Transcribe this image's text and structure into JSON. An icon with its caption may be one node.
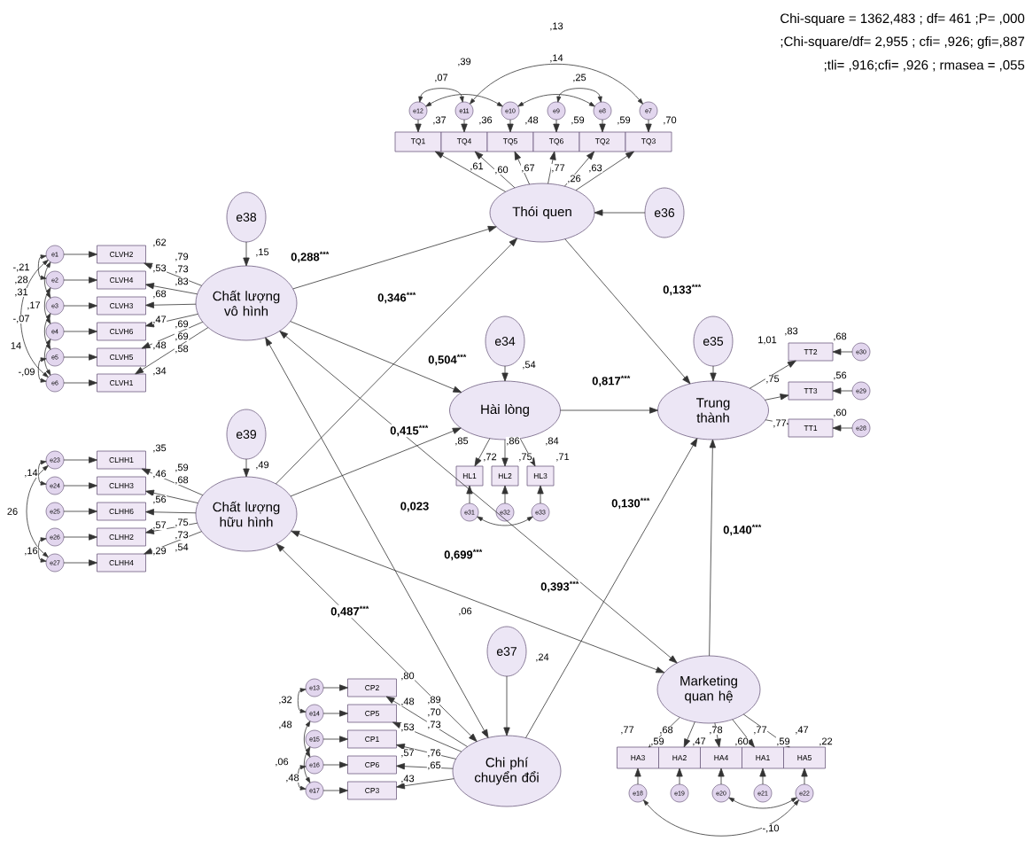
{
  "diagram": {
    "nodes": [
      {
        "text": [
          "Thói quen"
        ]
      },
      {
        "text": [
          "Chất lượng vô hình"
        ]
      },
      {
        "text": [
          "Hài lòng"
        ]
      },
      {
        "text": [
          "Trung thành"
        ]
      },
      {
        "text": [
          "Chất lượng hữu hình"
        ]
      },
      {
        "text": [
          "Chi phí chuyển đổi"
        ]
      },
      {
        "text": [
          "Marketing quan hệ"
        ]
      },
      {
        "text": [
          "e38"
        ]
      },
      {
        "text": [
          "e36"
        ]
      },
      {
        "text": [
          "e34"
        ]
      },
      {
        "text": [
          "e35"
        ]
      },
      {
        "text": [
          "e39"
        ]
      },
      {
        "text": [
          "e37"
        ]
      },
      {
        "text": [
          "TQ1"
        ]
      },
      {
        "text": [
          "TQ4"
        ]
      },
      {
        "text": [
          "TQ5"
        ]
      },
      {
        "text": [
          "TQ6"
        ]
      },
      {
        "text": [
          "TQ2"
        ]
      },
      {
        "text": [
          "TQ3"
        ]
      },
      {
        "text": [
          "e12"
        ]
      },
      {
        "text": [
          "e11"
        ]
      },
      {
        "text": [
          "e10"
        ]
      },
      {
        "text": [
          "e9"
        ]
      },
      {
        "text": [
          "e8"
        ]
      },
      {
        "text": [
          "e7"
        ]
      },
      {
        "text": [
          "CLVH2"
        ]
      },
      {
        "text": [
          "CLVH4"
        ]
      },
      {
        "text": [
          "CLVH3"
        ]
      },
      {
        "text": [
          "CLVH6"
        ]
      },
      {
        "text": [
          "CLVH5"
        ]
      },
      {
        "text": [
          "CLVH1"
        ]
      },
      {
        "text": [
          "e1"
        ]
      },
      {
        "text": [
          "e2"
        ]
      },
      {
        "text": [
          "e3"
        ]
      },
      {
        "text": [
          "e4"
        ]
      },
      {
        "text": [
          "e5"
        ]
      },
      {
        "text": [
          "e6"
        ]
      },
      {
        "text": [
          "CLHH1"
        ]
      },
      {
        "text": [
          "CLHH3"
        ]
      },
      {
        "text": [
          "CLHH6"
        ]
      },
      {
        "text": [
          "CLHH2"
        ]
      },
      {
        "text": [
          "CLHH4"
        ]
      },
      {
        "text": [
          "e23"
        ]
      },
      {
        "text": [
          "e24"
        ]
      },
      {
        "text": [
          "e25"
        ]
      },
      {
        "text": [
          "e26"
        ]
      },
      {
        "text": [
          "e27"
        ]
      },
      {
        "text": [
          "HL1"
        ]
      },
      {
        "text": [
          "HL2"
        ]
      },
      {
        "text": [
          "HL3"
        ]
      },
      {
        "text": [
          "e31"
        ]
      },
      {
        "text": [
          "e32"
        ]
      },
      {
        "text": [
          "e33"
        ]
      },
      {
        "text": [
          "TT2"
        ]
      },
      {
        "text": [
          "TT3"
        ]
      },
      {
        "text": [
          "TT1"
        ]
      },
      {
        "text": [
          "e30"
        ]
      },
      {
        "text": [
          "e29"
        ]
      },
      {
        "text": [
          "e28"
        ]
      },
      {
        "text": [
          "CP2"
        ]
      },
      {
        "text": [
          "CP5"
        ]
      },
      {
        "text": [
          "CP1"
        ]
      },
      {
        "text": [
          "CP6"
        ]
      },
      {
        "text": [
          "CP3"
        ]
      },
      {
        "text": [
          "e13"
        ]
      },
      {
        "text": [
          "e14"
        ]
      },
      {
        "text": [
          "e15"
        ]
      },
      {
        "text": [
          "e16"
        ]
      },
      {
        "text": [
          "e17"
        ]
      },
      {
        "text": [
          "HA3"
        ]
      },
      {
        "text": [
          "HA2"
        ]
      },
      {
        "text": [
          "HA4"
        ]
      },
      {
        "text": [
          "HA1"
        ]
      },
      {
        "text": [
          "HA5"
        ]
      },
      {
        "text": [
          "e18"
        ]
      },
      {
        "text": [
          "e19"
        ]
      },
      {
        "text": [
          "e20"
        ]
      },
      {
        "text": [
          "e21"
        ]
      },
      {
        "text": [
          "e22"
        ]
      }
    ],
    "edges": [
      {
        "from": 1,
        "to": 0,
        "arrow": "to",
        "label": "0,288$^{***}$"
      },
      {
        "from": 4,
        "to": 0,
        "arrow": "to",
        "label": "0,346$^{***}$"
      },
      {
        "from": 1,
        "to": 2,
        "arrow": "to",
        "label": "0,504$^{***}$"
      },
      {
        "from": 4,
        "to": 2,
        "arrow": "to",
        "label": "0,415$^{***}$"
      },
      {
        "from": 0,
        "to": 3,
        "arrow": "to",
        "label": "0,133$^{***}$"
      },
      {
        "from": 2,
        "to": 3,
        "arrow": "to",
        "label": "0,817$^{***}$"
      },
      {
        "from": 5,
        "to": 3,
        "arrow": "to",
        "label": "0,130$^{***}$"
      },
      {
        "from": 6,
        "to": 3,
        "arrow": "to",
        "label": "0,140$^{***}$"
      },
      {
        "from": 1,
        "to": 5,
        "arrow": "both",
        "label": "0,023"
      },
      {
        "from": 4,
        "to": 5,
        "arrow": "both",
        "label": "0,487$^{***}$"
      },
      {
        "from": 6,
        "to": 4,
        "arrow": "both",
        "label": "0,699$^{***}$"
      },
      {
        "from": 6,
        "to": 1,
        "arrow": "both",
        "label": "0,393$^{***}$"
      },
      {
        "from": 7,
        "to": 1,
        "arrow": "to"
      },
      {
        "from": 11,
        "to": 4,
        "arrow": "to"
      },
      {
        "from": 8,
        "to": 0,
        "arrow": "to"
      },
      {
        "from": 9,
        "to": 2,
        "arrow": "to"
      },
      {
        "from": 10,
        "to": 3,
        "arrow": "to"
      },
      {
        "from": 12,
        "to": 5,
        "arrow": "to"
      },
      {
        "from": 0,
        "to": 13,
        "arrow": "to"
      },
      {
        "from": 0,
        "to": 14,
        "arrow": "to"
      },
      {
        "from": 0,
        "to": 15,
        "arrow": "to"
      },
      {
        "from": 0,
        "to": 16,
        "arrow": "to"
      },
      {
        "from": 0,
        "to": 17,
        "arrow": "to"
      },
      {
        "from": 0,
        "to": 18,
        "arrow": "to"
      },
      {
        "from": 19,
        "to": 13,
        "arrow": "to"
      },
      {
        "from": 20,
        "to": 14,
        "arrow": "to"
      },
      {
        "from": 21,
        "to": 15,
        "arrow": "to"
      },
      {
        "from": 22,
        "to": 16,
        "arrow": "to"
      },
      {
        "from": 23,
        "to": 17,
        "arrow": "to"
      },
      {
        "from": 24,
        "to": 18,
        "arrow": "to"
      },
      {
        "from": 1,
        "to": 25,
        "arrow": "to"
      },
      {
        "from": 1,
        "to": 26,
        "arrow": "to"
      },
      {
        "from": 1,
        "to": 27,
        "arrow": "to"
      },
      {
        "from": 1,
        "to": 28,
        "arrow": "to"
      },
      {
        "from": 1,
        "to": 29,
        "arrow": "to"
      },
      {
        "from": 1,
        "to": 30,
        "arrow": "to"
      },
      {
        "from": 31,
        "to": 25,
        "arrow": "to"
      },
      {
        "from": 32,
        "to": 26,
        "arrow": "to"
      },
      {
        "from": 33,
        "to": 27,
        "arrow": "to"
      },
      {
        "from": 34,
        "to": 28,
        "arrow": "to"
      },
      {
        "from": 35,
        "to": 29,
        "arrow": "to"
      },
      {
        "from": 36,
        "to": 30,
        "arrow": "to"
      },
      {
        "from": 4,
        "to": 37,
        "arrow": "to"
      },
      {
        "from": 4,
        "to": 38,
        "arrow": "to"
      },
      {
        "from": 4,
        "to": 39,
        "arrow": "to"
      },
      {
        "from": 4,
        "to": 40,
        "arrow": "to"
      },
      {
        "from": 4,
        "to": 41,
        "arrow": "to"
      },
      {
        "from": 42,
        "to": 37,
        "arrow": "to"
      },
      {
        "from": 43,
        "to": 38,
        "arrow": "to"
      },
      {
        "from": 44,
        "to": 39,
        "arrow": "to"
      },
      {
        "from": 45,
        "to": 40,
        "arrow": "to"
      },
      {
        "from": 46,
        "to": 41,
        "arrow": "to"
      },
      {
        "from": 2,
        "to": 47,
        "arrow": "to"
      },
      {
        "from": 2,
        "to": 48,
        "arrow": "to"
      },
      {
        "from": 2,
        "to": 49,
        "arrow": "to"
      },
      {
        "from": 50,
        "to": 47,
        "arrow": "to"
      },
      {
        "from": 51,
        "to": 48,
        "arrow": "to"
      },
      {
        "from": 52,
        "to": 49,
        "arrow": "to"
      },
      {
        "from": 3,
        "to": 53,
        "arrow": "to"
      },
      {
        "from": 3,
        "to": 54,
        "arrow": "to"
      },
      {
        "from": 3,
        "to": 55,
        "arrow": "to"
      },
      {
        "from": 56,
        "to": 53,
        "arrow": "to"
      },
      {
        "from": 57,
        "to": 54,
        "arrow": "to"
      },
      {
        "from": 58,
        "to": 55,
        "arrow": "to"
      },
      {
        "from": 5,
        "to": 59,
        "arrow": "to"
      },
      {
        "from": 5,
        "to": 60,
        "arrow": "to"
      },
      {
        "from": 5,
        "to": 61,
        "arrow": "to"
      },
      {
        "from": 5,
        "to": 62,
        "arrow": "to"
      },
      {
        "from": 5,
        "to": 63,
        "arrow": "to"
      },
      {
        "from": 64,
        "to": 59,
        "arrow": "to"
      },
      {
        "from": 65,
        "to": 60,
        "arrow": "to"
      },
      {
        "from": 66,
        "to": 61,
        "arrow": "to"
      },
      {
        "from": 67,
        "to": 62,
        "arrow": "to"
      },
      {
        "from": 68,
        "to": 63,
        "arrow": "to"
      },
      {
        "from": 6,
        "to": 69,
        "arrow": "to"
      },
      {
        "from": 6,
        "to": 70,
        "arrow": "to"
      },
      {
        "from": 6,
        "to": 71,
        "arrow": "to"
      },
      {
        "from": 6,
        "to": 72,
        "arrow": "to"
      },
      {
        "from": 6,
        "to": 73,
        "arrow": "to"
      },
      {
        "from": 74,
        "to": 69,
        "arrow": "to"
      },
      {
        "from": 75,
        "to": 70,
        "arrow": "to"
      },
      {
        "from": 76,
        "to": 71,
        "arrow": "to"
      },
      {
        "from": 77,
        "to": 72,
        "arrow": "to"
      },
      {
        "from": 78,
        "to": 73,
        "arrow": "to"
      },
      {
        "from": 19,
        "to": 20,
        "arrow": "both"
      },
      {
        "from": 19,
        "to": 21,
        "arrow": "both"
      },
      {
        "from": 20,
        "to": 24,
        "arrow": "both"
      },
      {
        "from": 21,
        "to": 23,
        "arrow": "both"
      },
      {
        "from": 22,
        "to": 23,
        "arrow": "both"
      },
      {
        "from": 31,
        "to": 32,
        "arrow": "both"
      },
      {
        "from": 31,
        "to": 33,
        "arrow": "both"
      },
      {
        "from": 32,
        "to": 34,
        "arrow": "both"
      },
      {
        "from": 33,
        "to": 35,
        "arrow": "both"
      },
      {
        "from": 34,
        "to": 36,
        "arrow": "both"
      },
      {
        "from": 31,
        "to": 36,
        "arrow": "both"
      },
      {
        "from": 35,
        "to": 36,
        "arrow": "both"
      },
      {
        "from": 42,
        "to": 43,
        "arrow": "both"
      },
      {
        "from": 42,
        "to": 46,
        "arrow": "both"
      },
      {
        "from": 45,
        "to": 46,
        "arrow": "both"
      },
      {
        "from": 50,
        "to": 52,
        "arrow": "both"
      },
      {
        "from": 64,
        "to": 65,
        "arrow": "both"
      },
      {
        "from": 65,
        "to": 67,
        "arrow": "both"
      },
      {
        "from": 66,
        "to": 68,
        "arrow": "both"
      },
      {
        "from": 67,
        "to": 68,
        "arrow": "both"
      },
      {
        "from": 76,
        "to": 78,
        "arrow": "both"
      },
      {
        "from": 74,
        "to": 78,
        "arrow": "both"
      }
    ],
    "labels": [
      "Chi-square = 1362,483 ; df= 461 ;P= ,000",
      ";Chi-square/df= 2,955 ; cfi= ,926; gfi=,887",
      ";tli= ,916;cfi= ,926 ; rmasea = ,055",
      ",37",
      ",36",
      ",48",
      ",59",
      ",59",
      ",70",
      ",39",
      ",07",
      ",13",
      ",14",
      ",25",
      ",61",
      ",60",
      ",67",
      ",77",
      ",26",
      ",63",
      ",62",
      ",53",
      ",68",
      ",47",
      ",48",
      ",34",
      ",79",
      ",73",
      ",83",
      ",69",
      ",69",
      ",58",
      "-,21",
      ",28",
      ",31",
      ",17",
      "-,07",
      "14",
      "-,09",
      ",15",
      ",35",
      ",46",
      ",56",
      ",57",
      ",29",
      ",59",
      ",68",
      ",75",
      ",73",
      ",54",
      ",14",
      "26",
      ",16",
      ",49",
      ",54",
      ",85",
      ",72",
      ",86",
      ",75",
      ",84",
      ",71",
      ",68",
      "1,01",
      ",83",
      ",56",
      ",75",
      ",77",
      ",60",
      ",24",
      ",80",
      ",48",
      ",53",
      ",57",
      ",43",
      ",89",
      ",70",
      ",73",
      ",76",
      ",65",
      ",32",
      ",48",
      ",06",
      ",48",
      ",06",
      ",77",
      ",59",
      ",68",
      ",47",
      ",78",
      ",60",
      ",77",
      ",59",
      ",47",
      ",22",
      "-,10"
    ]
  }
}
